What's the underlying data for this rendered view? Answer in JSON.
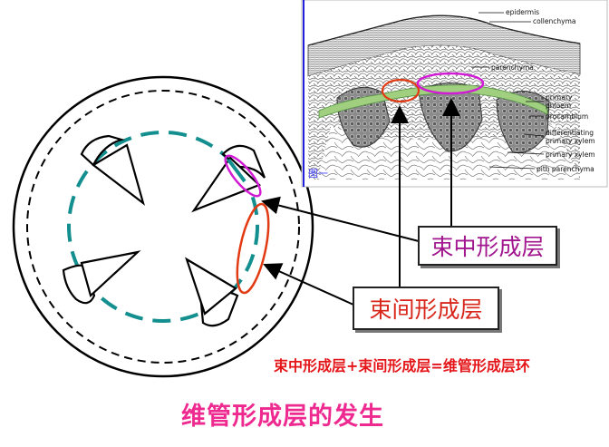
{
  "labels": {
    "fascicular_cambium": "束中形成层",
    "interfascicular_cambium": "束间形成层",
    "equation": "束中形成层+束间形成层=维管形成层环",
    "title": "维管形成层的发生",
    "figure_caption": "图一"
  },
  "micrograph": {
    "epidermis": "epidermis",
    "collenchyma": "collenchyma",
    "parenchyma": "parenchyma",
    "primary_phloem": "primary phloem",
    "procambium": "procambium",
    "differentiating_primary_xylem": "differentiating primary xylem",
    "primary_xylem": "primary xylem",
    "pith_parenchyma": "pith parenchyma"
  },
  "colors": {
    "fascicular": "#d21bd4",
    "interfascicular": "#e23a12",
    "cambium_ring": "#148f8f",
    "equation": "#e4161a",
    "title": "#ee2a90"
  }
}
